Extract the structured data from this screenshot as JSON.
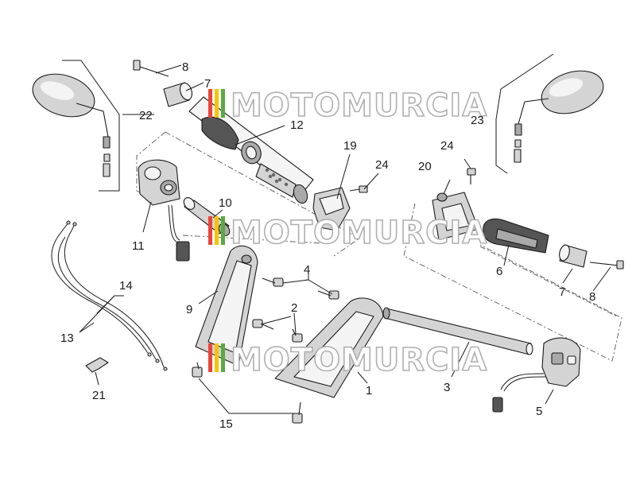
{
  "watermark": {
    "text": "MOTOMURCIA",
    "stripe_colors": [
      "#e8443a",
      "#f5c400",
      "#5aa843"
    ]
  },
  "callouts": {
    "c1": "1",
    "c2": "2",
    "c3": "3",
    "c4": "4",
    "c5": "5",
    "c6": "6",
    "c7a": "7",
    "c7b": "7",
    "c8a": "8",
    "c8b": "8",
    "c9": "9",
    "c10": "10",
    "c11": "11",
    "c12": "12",
    "c13": "13",
    "c14": "14",
    "c15": "15",
    "c19": "19",
    "c20": "20",
    "c21": "21",
    "c22": "22",
    "c23": "23",
    "c24a": "24",
    "c24b": "24"
  }
}
